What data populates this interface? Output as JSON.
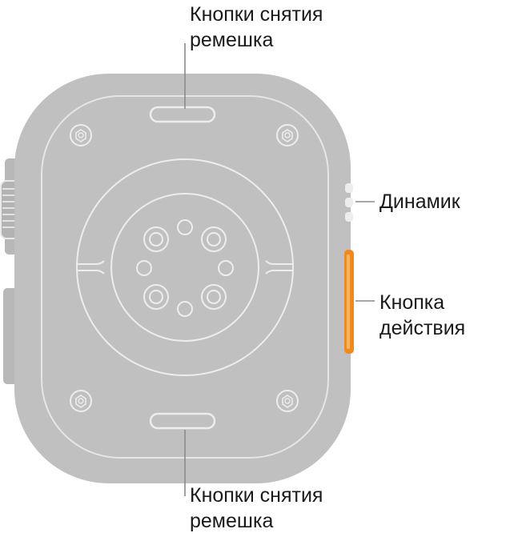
{
  "callouts": {
    "band_release_top": {
      "line1": "Кнопки снятия",
      "line2": "ремешка"
    },
    "band_release_bottom": {
      "line1": "Кнопки снятия",
      "line2": "ремешка"
    },
    "speaker": {
      "line1": "Динамик"
    },
    "action_button": {
      "line1": "Кнопка",
      "line2": "действия"
    }
  },
  "colors": {
    "case_fill": "#c0c0c0",
    "case_stroke": "#e6e6e6",
    "detail_stroke": "#eeeeee",
    "leader_line": "#8a8a8a",
    "action_button": "#f08a1c",
    "label_text": "#1a1a1a"
  }
}
